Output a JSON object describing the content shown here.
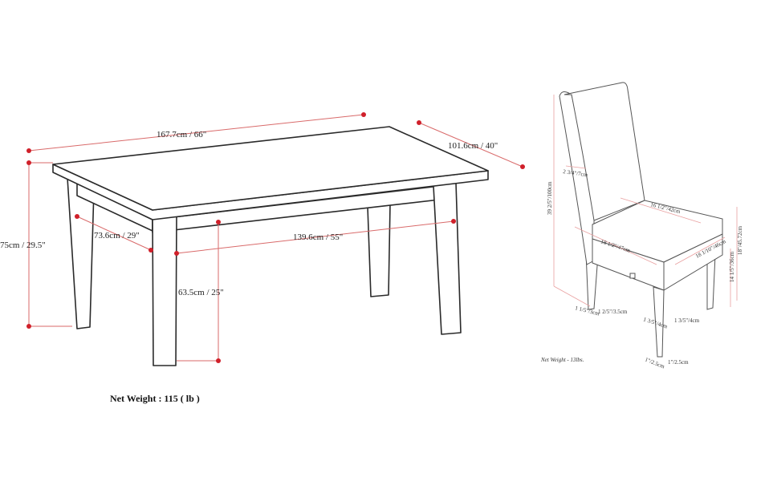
{
  "table": {
    "length": "167.7cm / 66\"",
    "width": "101.6cm / 40\"",
    "height": "75cm / 29.5\"",
    "inner_depth": "73.6cm / 29\"",
    "inner_length": "139.6cm / 55\"",
    "clearance": "63.5cm / 25\"",
    "net_weight": "Net Weight : 115 ( lb )"
  },
  "chair": {
    "height": "39 2/5\"/100cm",
    "back_thickness": "2 3/4\"/7cm",
    "seat_width": "16 1/2\"/42cm",
    "seat_front": "18 1/2\"/47cm",
    "seat_depth": "18 1/10\"/46cm",
    "seat_height": "18\"/45.72cm",
    "leg_height": "14 1/5\"/36cm",
    "back_leg_a": "1 1/5\"/3cm",
    "back_leg_b": "1 2/5\"/3.5cm",
    "front_leg_a": "1 3/5\"/4cm",
    "front_leg_b": "1 3/5\"/4cm",
    "foot_a": "1\"/2.5cm",
    "foot_b": "1\"/2.5cm",
    "net_weight": "Net Weight - 13lbs."
  },
  "colors": {
    "dimension_dot": "#d0202a",
    "dimension_line": "#d96a6a"
  }
}
